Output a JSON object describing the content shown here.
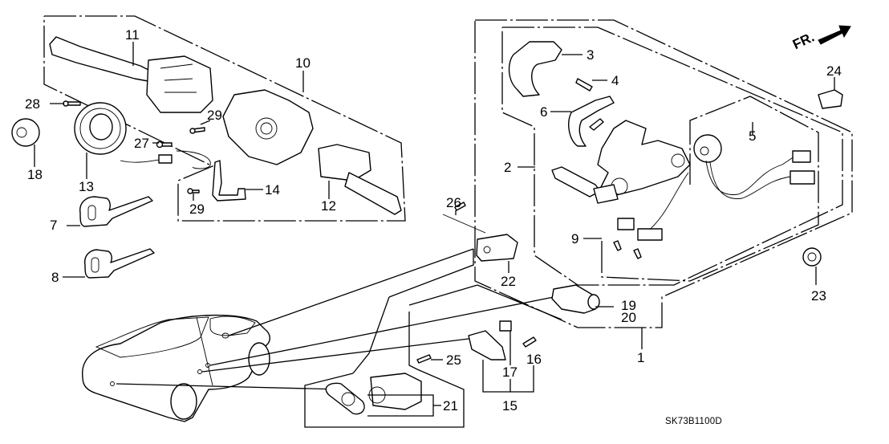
{
  "diagram": {
    "code": "SK73B1100D",
    "direction_label": "FR.",
    "direction_icon": "arrow-right-icon",
    "line_color": "#000000",
    "background": "#ffffff"
  },
  "callouts": [
    {
      "id": "1",
      "text": "1"
    },
    {
      "id": "2",
      "text": "2"
    },
    {
      "id": "3",
      "text": "3"
    },
    {
      "id": "4",
      "text": "4"
    },
    {
      "id": "5",
      "text": "5"
    },
    {
      "id": "6",
      "text": "6"
    },
    {
      "id": "7",
      "text": "7"
    },
    {
      "id": "8",
      "text": "8"
    },
    {
      "id": "9",
      "text": "9"
    },
    {
      "id": "10",
      "text": "10"
    },
    {
      "id": "11",
      "text": "11"
    },
    {
      "id": "12",
      "text": "12"
    },
    {
      "id": "13",
      "text": "13"
    },
    {
      "id": "14",
      "text": "14"
    },
    {
      "id": "15",
      "text": "15"
    },
    {
      "id": "16",
      "text": "16"
    },
    {
      "id": "17",
      "text": "17"
    },
    {
      "id": "18",
      "text": "18"
    },
    {
      "id": "19",
      "text": "19"
    },
    {
      "id": "20",
      "text": "20"
    },
    {
      "id": "21",
      "text": "21"
    },
    {
      "id": "22",
      "text": "22"
    },
    {
      "id": "23",
      "text": "23"
    },
    {
      "id": "24",
      "text": "24"
    },
    {
      "id": "25",
      "text": "25"
    },
    {
      "id": "26",
      "text": "26"
    },
    {
      "id": "27",
      "text": "27"
    },
    {
      "id": "28",
      "text": "28"
    },
    {
      "id": "29a",
      "text": "29"
    },
    {
      "id": "29b",
      "text": "29"
    }
  ]
}
